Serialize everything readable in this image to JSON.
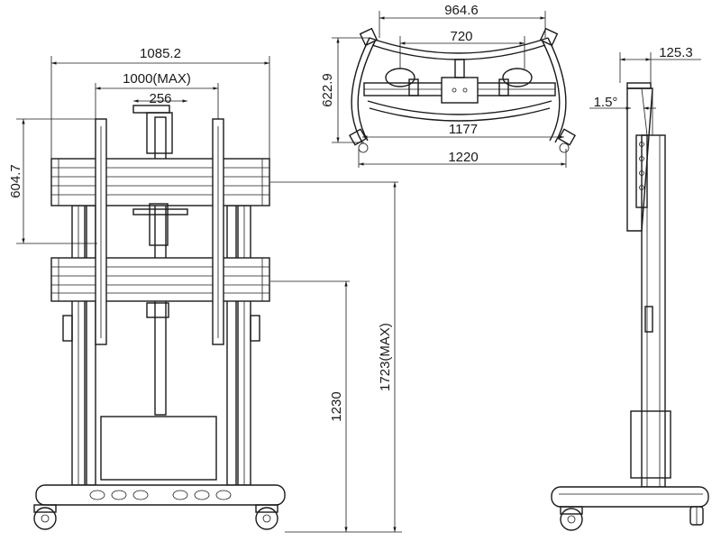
{
  "front_view": {
    "overall_width": "1085.2",
    "max_vesa_width": "1000(MAX)",
    "bracket_width": "256",
    "height_604": "604.7",
    "height_1230": "1230",
    "height_max": "1723(MAX)"
  },
  "top_view": {
    "width_964": "964.6",
    "width_720": "720",
    "depth_622": "622.9",
    "width_1177": "1177",
    "width_1220": "1220"
  },
  "side_view": {
    "offset_125": "125.3",
    "tilt_angle": "1.5°"
  }
}
